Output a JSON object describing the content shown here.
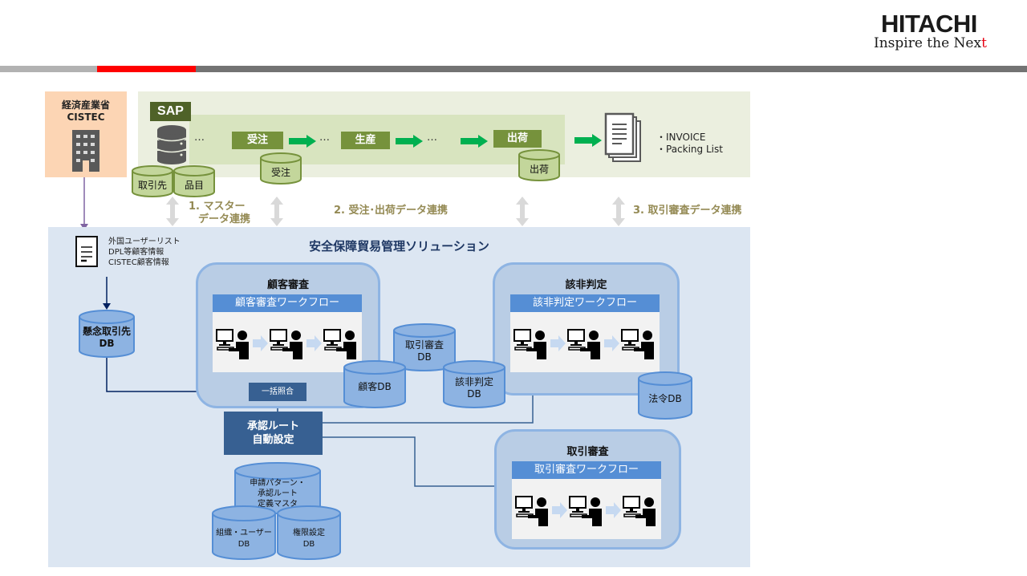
{
  "header": {
    "logo": "HITACHI",
    "tagline_main": "Inspire the Nex",
    "tagline_accent": "t",
    "bar_colors": [
      "#b2b2b2",
      "#ff0000",
      "#737373"
    ]
  },
  "government": {
    "title_line1": "経済産業省",
    "title_line2": "CISTEC",
    "icon": "building-icon"
  },
  "sap": {
    "label": "SAP",
    "master_dbs": [
      "取引先",
      "品目"
    ],
    "steps": [
      {
        "label": "受注",
        "db": "受注"
      },
      {
        "label": "生産",
        "db": null
      },
      {
        "label": "出荷",
        "db": "出荷"
      }
    ],
    "ellipsis": "…",
    "documents": [
      "・INVOICE",
      "・Packing List"
    ]
  },
  "sync_labels": {
    "s1_line1": "1. マスター",
    "s1_line2": "データ連携",
    "s2": "2. 受注･出荷データ連携",
    "s3": "3. 取引審査データ連携"
  },
  "solution": {
    "title": "安全保障貿易管理ソリューション",
    "external_lists": [
      "外国ユーザーリスト",
      "DPL等顧客情報",
      "CISTEC顧客情報"
    ],
    "watch_db": {
      "line1": "懸念取引先",
      "line2": "DB"
    },
    "modules": [
      {
        "title": "顧客審査",
        "workflow": "顧客審査ワークフロー"
      },
      {
        "title": "該非判定",
        "workflow": "該非判定ワークフロー"
      },
      {
        "title": "取引審査",
        "workflow": "取引審査ワークフロー"
      }
    ],
    "batch_match": "一括照合",
    "approval": {
      "line1": "承認ルート",
      "line2": "自動設定"
    },
    "dbs": {
      "customer": "顧客DB",
      "trade_review": {
        "line1": "取引審査",
        "line2": "DB"
      },
      "classification": {
        "line1": "該非判定",
        "line2": "DB"
      },
      "law": "法令DB",
      "route_master": {
        "line1": "申請パターン・",
        "line2": "承認ルート",
        "line3": "定義マスタ"
      },
      "org_user": {
        "line1": "組織・ユーザー",
        "line2": "DB"
      },
      "permission": {
        "line1": "権限設定",
        "line2": "DB"
      }
    }
  },
  "colors": {
    "sap_dark": "#4f6228",
    "sap_step": "#76923c",
    "flow_arrow": "#00b050",
    "navy": "#376092",
    "module_border": "#8eb4e3",
    "workflow_header": "#558ed5",
    "sync_text": "#948a54"
  }
}
